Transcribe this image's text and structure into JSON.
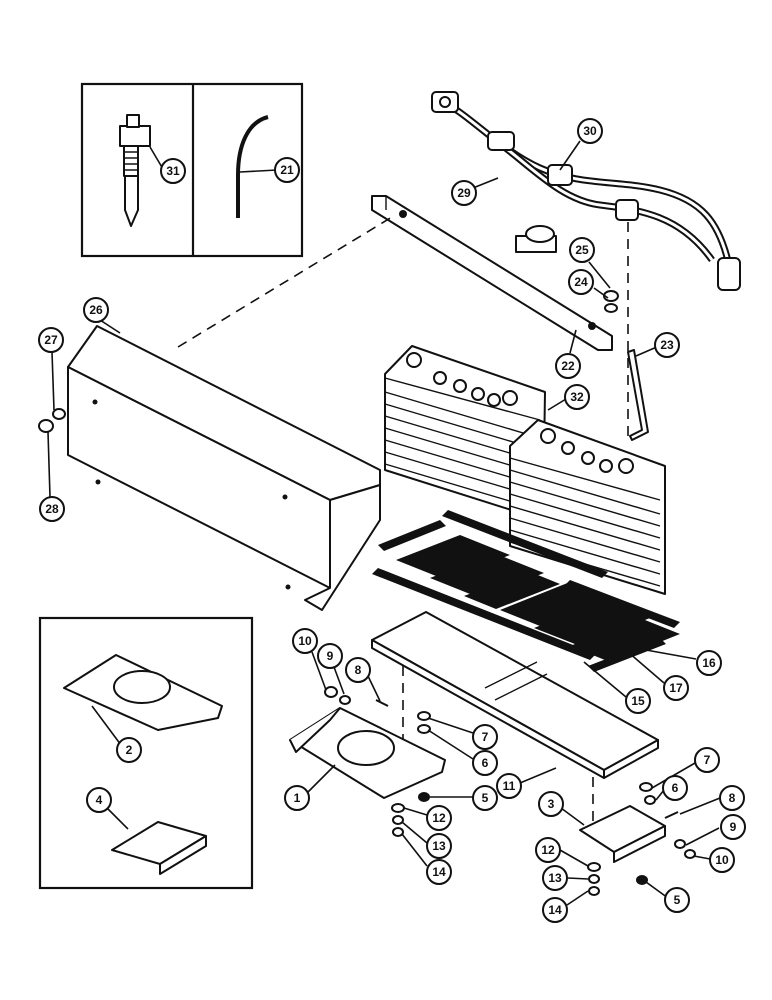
{
  "diagram": {
    "callouts": [
      {
        "id": "c31",
        "label": "31"
      },
      {
        "id": "c21",
        "label": "21"
      },
      {
        "id": "c30",
        "label": "30"
      },
      {
        "id": "c29",
        "label": "29"
      },
      {
        "id": "c25",
        "label": "25"
      },
      {
        "id": "c24",
        "label": "24"
      },
      {
        "id": "c23",
        "label": "23"
      },
      {
        "id": "c22",
        "label": "22"
      },
      {
        "id": "c26",
        "label": "26"
      },
      {
        "id": "c27",
        "label": "27"
      },
      {
        "id": "c28",
        "label": "28"
      },
      {
        "id": "c32",
        "label": "32"
      },
      {
        "id": "c16",
        "label": "16"
      },
      {
        "id": "c17",
        "label": "17"
      },
      {
        "id": "c15",
        "label": "15"
      },
      {
        "id": "c10a",
        "label": "10"
      },
      {
        "id": "c9a",
        "label": "9"
      },
      {
        "id": "c8a",
        "label": "8"
      },
      {
        "id": "c7a",
        "label": "7"
      },
      {
        "id": "c6a",
        "label": "6"
      },
      {
        "id": "c1",
        "label": "1"
      },
      {
        "id": "c5a",
        "label": "5"
      },
      {
        "id": "c12a",
        "label": "12"
      },
      {
        "id": "c13a",
        "label": "13"
      },
      {
        "id": "c14a",
        "label": "14"
      },
      {
        "id": "c11",
        "label": "11"
      },
      {
        "id": "c7b",
        "label": "7"
      },
      {
        "id": "c6b",
        "label": "6"
      },
      {
        "id": "c8b",
        "label": "8"
      },
      {
        "id": "c3",
        "label": "3"
      },
      {
        "id": "c9b",
        "label": "9"
      },
      {
        "id": "c10b",
        "label": "10"
      },
      {
        "id": "c12b",
        "label": "12"
      },
      {
        "id": "c13b",
        "label": "13"
      },
      {
        "id": "c14b",
        "label": "14"
      },
      {
        "id": "c5b",
        "label": "5"
      },
      {
        "id": "c2",
        "label": "2"
      },
      {
        "id": "c4",
        "label": "4"
      }
    ]
  }
}
